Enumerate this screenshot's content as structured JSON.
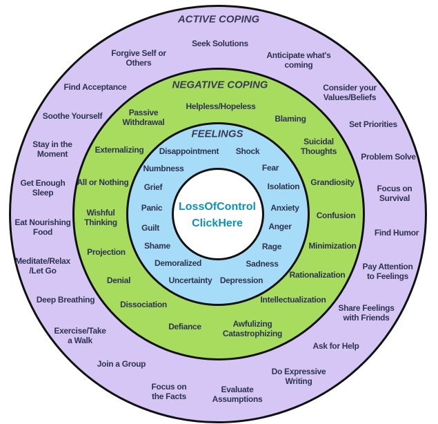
{
  "colors": {
    "active": "#d5c6f6",
    "negative": "#a8dc5e",
    "feelings": "#a7dcf8",
    "center": "#ffffff",
    "text": "#2d3350",
    "link": "#0a93b8"
  },
  "center": {
    "line1": "LossOfControl",
    "line2": "ClickHere"
  },
  "active": {
    "title": "ACTIVE COPING",
    "items": [
      "Seek Solutions",
      "Forgive Self or\nOthers",
      "Anticipate what's\ncoming",
      "Find Acceptance",
      "Consider your\nValues/Beliefs",
      "Soothe Yourself",
      "Set Priorities",
      "Stay in the\nMoment",
      "Problem Solve",
      "Get Enough\nSleep",
      "Focus on\nSurvival",
      "Eat Nourishing\nFood",
      "Find Humor",
      "Meditate/Relax\n/Let Go",
      "Pay Attention\nto Feelings",
      "Deep Breathing",
      "Share Feelings\nwith Friends",
      "Exercise/Take\na Walk",
      "Ask for Help",
      "Join a Group",
      "Do Expressive\nWriting",
      "Focus on\nthe Facts",
      "Evaluate\nAssumptions"
    ]
  },
  "negative": {
    "title": "NEGATIVE COPING",
    "items": [
      "Helpless/Hopeless",
      "Passive\nWithdrawal",
      "Blaming",
      "Suicidal\nThoughts",
      "Externalizing",
      "Grandiosity",
      "All or Nothing",
      "Wishful\nThinking",
      "Confusion",
      "Projection",
      "Minimization",
      "Denial",
      "Rationalization",
      "Dissociation",
      "Intellectualization",
      "Defiance",
      "Awfulizing\nCatastrophizing"
    ]
  },
  "feelings": {
    "title": "FEELINGS",
    "items": [
      "Disappointment",
      "Shock",
      "Numbness",
      "Fear",
      "Grief",
      "Isolation",
      "Panic",
      "Anxiety",
      "Guilt",
      "Anger",
      "Shame",
      "Rage",
      "Demoralized",
      "Sadness",
      "Uncertainty",
      "Depression"
    ]
  }
}
